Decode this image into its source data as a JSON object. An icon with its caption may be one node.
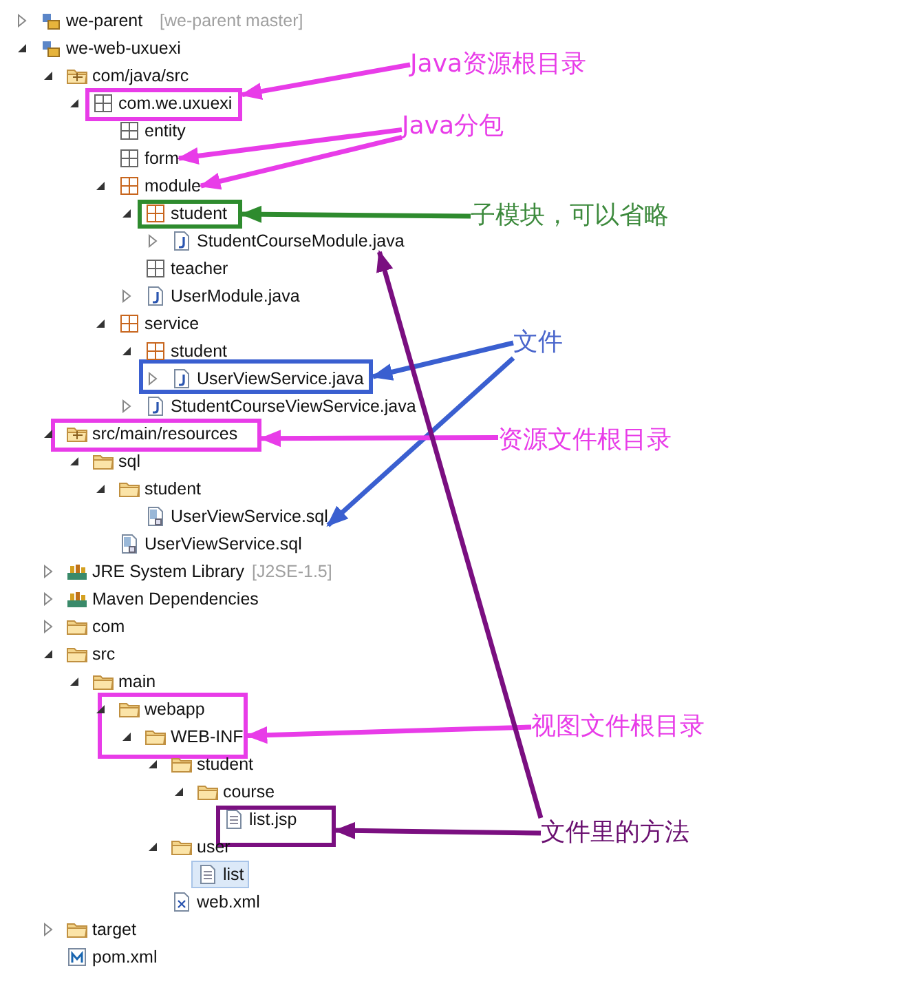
{
  "diagram": {
    "nodes": [
      {
        "text": [
          "Java资源根目录"
        ]
      },
      {
        "text": [
          "com.we.uxuexi"
        ]
      },
      {
        "text": [
          "Java分包"
        ]
      },
      {
        "text": [
          "form"
        ]
      },
      {
        "text": [
          "module"
        ]
      },
      {
        "text": [
          "student"
        ]
      },
      {
        "text": [
          "子模块，可以省略"
        ]
      },
      {
        "text": [
          "StudentCourseModule.java"
        ]
      },
      {
        "text": [
          "文件"
        ]
      },
      {
        "text": [
          "UserViewService.java"
        ]
      },
      {
        "text": [
          "src/main/resources"
        ]
      },
      {
        "text": [
          "资源文件根目录"
        ]
      },
      {
        "text": [
          "UserViewService.sql"
        ]
      },
      {
        "text": [
          "webapp",
          "WEB-INF"
        ]
      },
      {
        "text": [
          "视图文件根目录"
        ]
      },
      {
        "text": [
          "list.jsp"
        ]
      },
      {
        "text": [
          "文件里的方法"
        ]
      }
    ],
    "edges": [
      {
        "from": 0,
        "to": 1,
        "arrow": "to"
      },
      {
        "from": 2,
        "to": 3,
        "arrow": "to"
      },
      {
        "from": 2,
        "to": 4,
        "arrow": "to"
      },
      {
        "from": 6,
        "to": 5,
        "arrow": "to",
        "color": "#2e8b2e"
      },
      {
        "from": 8,
        "to": 9,
        "arrow": "to",
        "color": "#3a5fd0"
      },
      {
        "from": 8,
        "to": 12,
        "arrow": "to",
        "color": "#3a5fd0"
      },
      {
        "from": 11,
        "to": 10,
        "arrow": "to"
      },
      {
        "from": 14,
        "to": 13,
        "arrow": "to"
      },
      {
        "from": 16,
        "to": 15,
        "arrow": "to",
        "color": "#7a0f80"
      },
      {
        "from": 16,
        "to": 7,
        "arrow": "to",
        "color": "#7a0f80"
      }
    ],
    "labels": [
      "we-parent",
      "[we-parent master]",
      "we-web-uxuexi",
      "com/java/src",
      "entity",
      "teacher",
      "UserModule.java",
      "service",
      "student",
      "StudentCourseViewService.java",
      "sql",
      "student",
      "UserViewService.sql",
      "JRE System Library",
      "[J2SE-1.5]",
      "Maven Dependencies",
      "com",
      "src",
      "main",
      "student",
      "course",
      "user",
      "list",
      "web.xml",
      "target",
      "pom.xml"
    ]
  }
}
